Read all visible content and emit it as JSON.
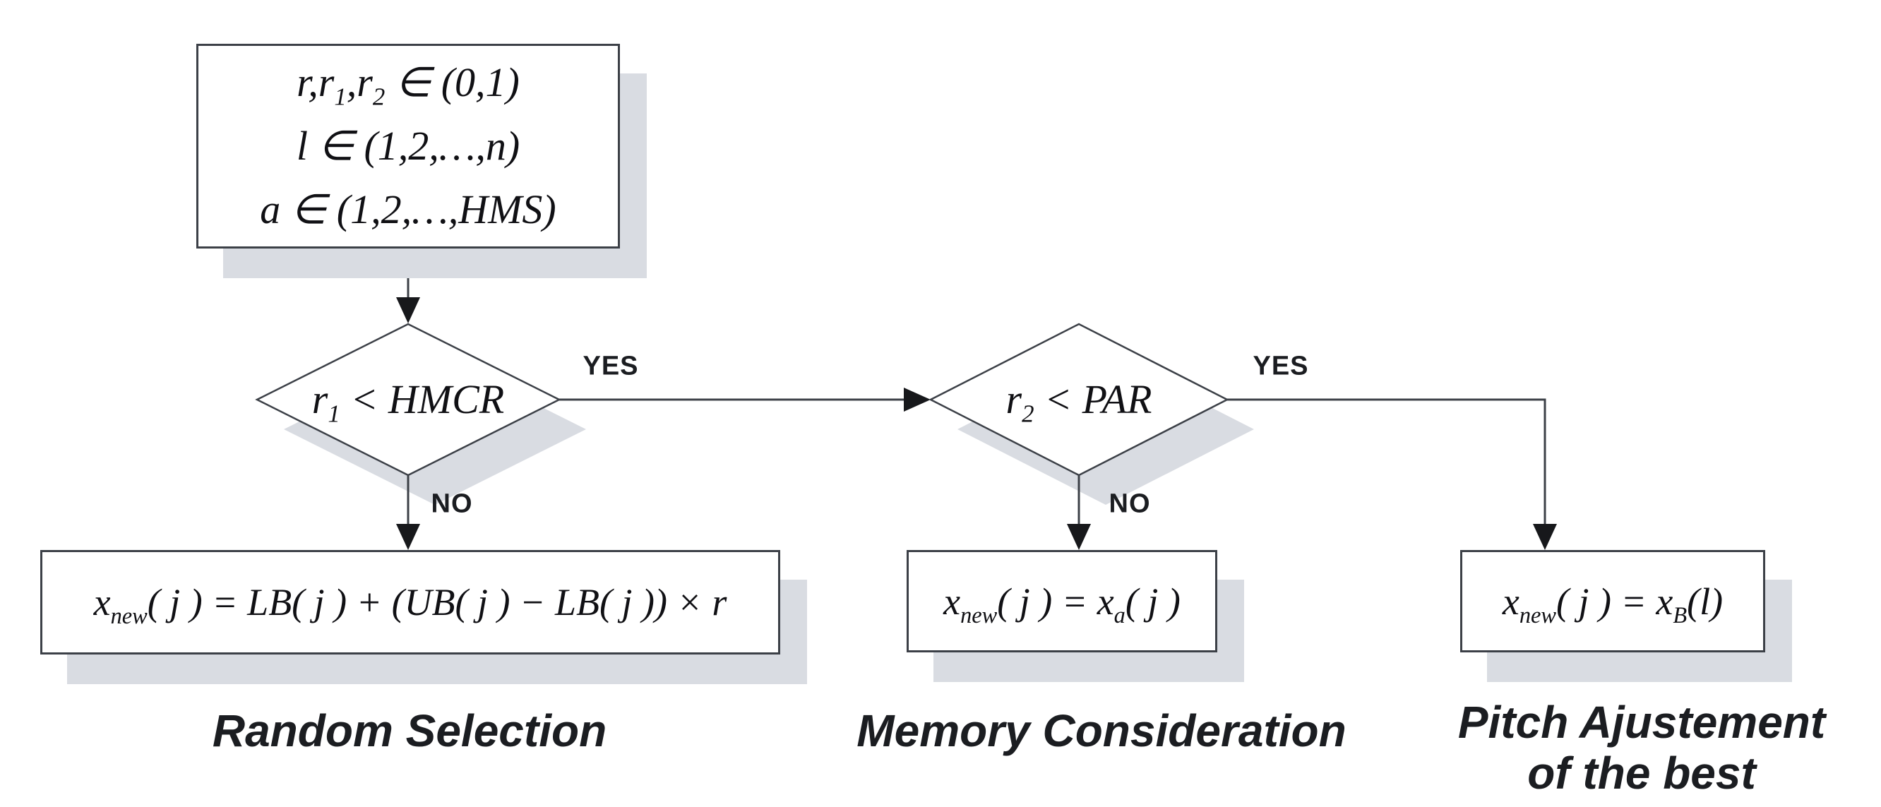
{
  "flowchart": {
    "init_box": {
      "line1": "r,r_{1},r_{2} ∈ (0,1)",
      "line2": "l ∈ (1,2,…,n)",
      "line3": "a ∈ (1,2,…,HMS)"
    },
    "decision_hmcr": {
      "condition": "r_{1} < HMCR",
      "yes_label": "YES",
      "no_label": "NO"
    },
    "decision_par": {
      "condition": "r_{2} < PAR",
      "yes_label": "YES",
      "no_label": "NO"
    },
    "random_selection": {
      "formula": "x_{new}( j ) = LB( j ) + (UB( j ) − LB( j )) × r",
      "caption": "Random Selection"
    },
    "memory_consideration": {
      "formula": "x_{new}( j ) = x_{a}( j )",
      "caption": "Memory Consideration"
    },
    "pitch_adjustment": {
      "formula": "x_{new}( j ) = x_{B}(l)",
      "caption_line1": "Pitch Ajustement",
      "caption_line2": "of the best"
    }
  },
  "colors": {
    "stroke": "#3c4047",
    "shadow": "#d9dce2",
    "text": "#101014",
    "label": "#1b1d21"
  }
}
